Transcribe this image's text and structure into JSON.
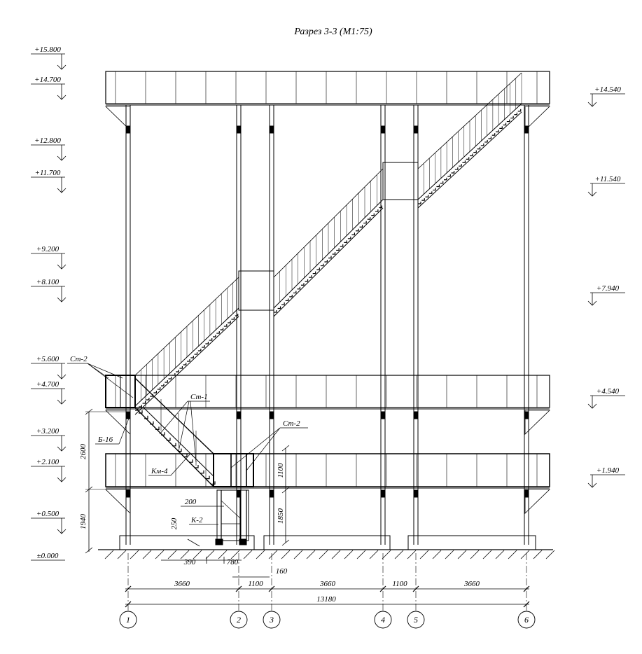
{
  "title": "Разрез 3-3 (М1:75)",
  "levels_left": [
    "+15.800",
    "+14.700",
    "+12.800",
    "+11.700",
    "+9.200",
    "+8.100",
    "+5.600",
    "+4.700",
    "+3.200",
    "+2.100",
    "+0.500",
    "±0.000"
  ],
  "levels_right": [
    "+14.540",
    "+11.540",
    "+7.940",
    "+4.540",
    "+1.940"
  ],
  "axes": [
    "1",
    "2",
    "3",
    "4",
    "5",
    "6"
  ],
  "bottom_dims": [
    "3660",
    "1100",
    "3660",
    "1100",
    "3660"
  ],
  "overall_dim": "13180",
  "detail_dims": {
    "d390": "390",
    "d780": "780",
    "d160": "160",
    "d200": "200",
    "d250": "250",
    "d1850": "1850",
    "d1100": "1100",
    "d2600": "2600",
    "d1940": "1940"
  },
  "callouts": {
    "st2_top": "Ст-2",
    "st1": "Ст-1",
    "st2_mid": "Ст-2",
    "b16": "Б-16",
    "km4": "Км-4",
    "k2": "К-2"
  }
}
